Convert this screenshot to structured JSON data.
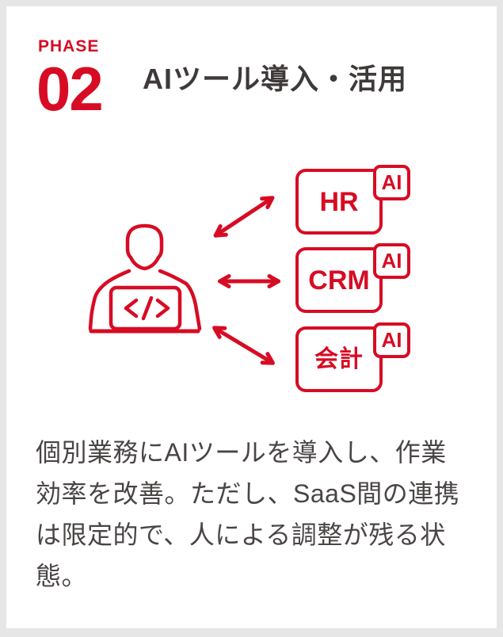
{
  "card": {
    "phase_label": "PHASE",
    "phase_number": "02",
    "title": "AIツール導入・活用",
    "description": "個別業務にAIツールを導入し、作業\n効率を改善。ただし、SaaS間の連携\nは限定的で、人による調整が残る状\n態。"
  },
  "diagram": {
    "person_icon": "person-working-at-laptop",
    "code_glyph": "</>",
    "arrow_style": "bidirectional",
    "systems": [
      {
        "label": "HR",
        "badge": "AI"
      },
      {
        "label": "CRM",
        "badge": "AI"
      },
      {
        "label": "会計",
        "badge": "AI"
      }
    ]
  },
  "colors": {
    "accent_red": "#D70C24",
    "title_text": "#3E3A39",
    "body_text": "#4A4545",
    "page_bg": "#E6E6E6",
    "card_bg": "#FFFFFF"
  }
}
